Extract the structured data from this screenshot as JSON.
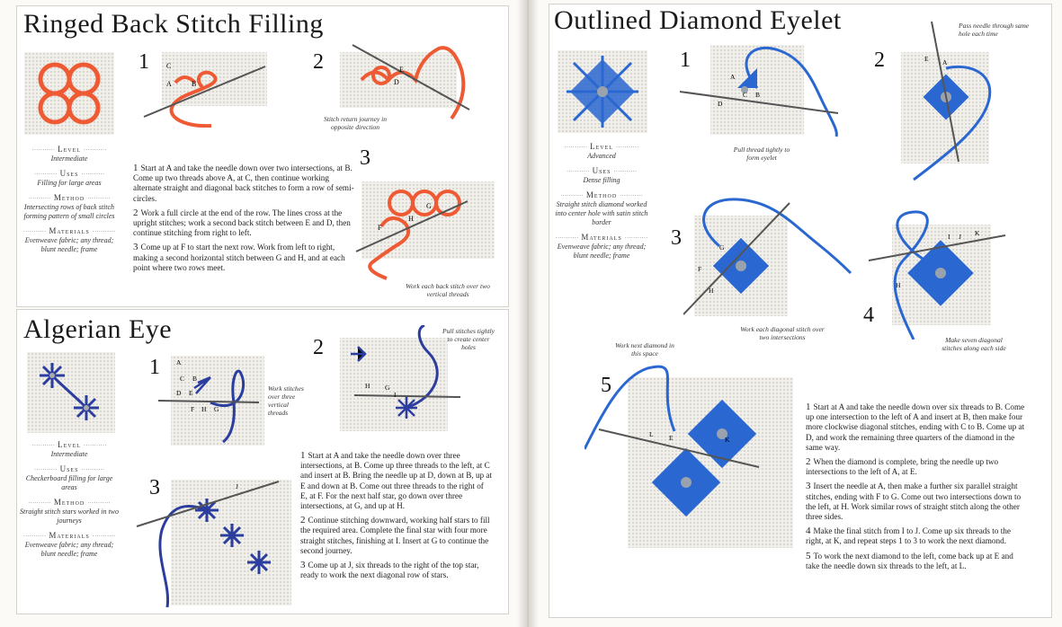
{
  "left_page": {
    "ringed": {
      "title": "Ringed Back Stitch Filling",
      "level_label": "Level",
      "level": "Intermediate",
      "uses_label": "Uses",
      "uses": "Filling for large areas",
      "method_label": "Method",
      "method": "Intersecting rows of back stitch forming pattern of small circles",
      "materials_label": "Materials",
      "materials": "Evenweave fabric; any thread; blunt needle; frame",
      "step1": "1",
      "step2": "2",
      "step3": "3",
      "caption2": "Stitch return journey in opposite direction",
      "caption3": "Work each back stitch over two vertical threads",
      "instr1": "Start at A and take the needle down over two intersections, at B. Come up two threads above A, at C, then continue working alternate straight and diagonal back stitches to form a row of semi-circles.",
      "instr2": "Work a full circle at the end of the row. The lines cross at the upright stitches; work a second back stitch between E and D, then continue stitching from right to left.",
      "instr3": "Come up at F to start the next row. Work from left to right, making a second horizontal stitch between G and H, and at each point where two rows meet.",
      "instr1_num": "1",
      "instr2_num": "2",
      "instr3_num": "3",
      "letters1": [
        "C",
        "A",
        "B"
      ],
      "letters2": [
        "E",
        "D"
      ],
      "letters3": [
        "F",
        "H",
        "G"
      ]
    },
    "algerian": {
      "title": "Algerian Eye",
      "level_label": "Level",
      "level": "Intermediate",
      "uses_label": "Uses",
      "uses": "Checkerboard filling for large areas",
      "method_label": "Method",
      "method": "Straight stitch stars worked in two journeys",
      "materials_label": "Materials",
      "materials": "Evenweave fabric; any thread; blunt needle; frame",
      "step1": "1",
      "step2": "2",
      "step3": "3",
      "caption1": "Work stitches over three vertical threads",
      "caption2": "Pull stitches tightly to create center holes",
      "instr1": "Start at A and take the needle down over three intersections, at B. Come up three threads to the left, at C and insert at B. Bring the needle up at D, down at B, up at E and down at B. Come out three threads to the right of E, at F. For the next half star, go down over three intersections, at G, and up at H.",
      "instr2": "Continue stitching downward, working half stars to fill the required area. Complete the final star with four more straight stitches, finishing at I. Insert at G to continue the second journey.",
      "instr3": "Come up at J, six threads to the right of the top star, ready to work the next diagonal row of stars.",
      "instr1_num": "1",
      "instr2_num": "2",
      "instr3_num": "3",
      "letters1": [
        "A",
        "C",
        "B",
        "D",
        "E",
        "F",
        "H",
        "G"
      ],
      "letters2": [
        "H",
        "G",
        "I"
      ],
      "letters3": [
        "J"
      ]
    }
  },
  "right_page": {
    "title": "Outlined Diamond Eyelet",
    "level_label": "Level",
    "level": "Advanced",
    "uses_label": "Uses",
    "uses": "Dense filling",
    "method_label": "Method",
    "method": "Straight stitch diamond worked into center hole with satin stitch border",
    "materials_label": "Materials",
    "materials": "Evenweave fabric; any thread; blunt needle; frame",
    "step1": "1",
    "step2": "2",
    "step3": "3",
    "step4": "4",
    "step5": "5",
    "caption1": "Pull thread tightly to form eyelet",
    "caption2": "Pass needle through same hole each time",
    "caption3": "Work each diagonal stitch over two intersections",
    "caption4": "Make seven diagonal stitches along each side",
    "caption5": "Work next diamond in this space",
    "instr1": "Start at A and take the needle down over six threads to B. Come up one intersection to the left of A and insert at B, then make four more clockwise diagonal stitches, ending with C to B. Come up at D, and work the remaining three quarters of the diamond in the same way.",
    "instr2": "When the diamond is complete, bring the needle up two intersections to the left of A, at E.",
    "instr3": "Insert the needle at A, then make a further six parallel straight stitches, ending with F to G. Come out two intersections down to the left, at H. Work similar rows of straight stitch along the other three sides.",
    "instr4": "Make the final stitch from I to J. Come up six threads to the right, at K, and repeat steps 1 to 3 to work the next diamond.",
    "instr5": "To work the next diamond to the left, come back up at E and take the needle down six threads to the left, at L.",
    "instr1_num": "1",
    "instr2_num": "2",
    "instr3_num": "3",
    "instr4_num": "4",
    "instr5_num": "5",
    "letters1": [
      "A",
      "B",
      "C",
      "D"
    ],
    "letters2": [
      "E",
      "A"
    ],
    "letters3": [
      "F",
      "G",
      "H"
    ],
    "letters4": [
      "H",
      "I",
      "J",
      "K"
    ],
    "letters5": [
      "L",
      "E",
      "K"
    ]
  },
  "colors": {
    "orange": "#ee5a33",
    "navy": "#2b3d9e",
    "royal": "#2a67d1",
    "canvas": "#eceae6"
  }
}
